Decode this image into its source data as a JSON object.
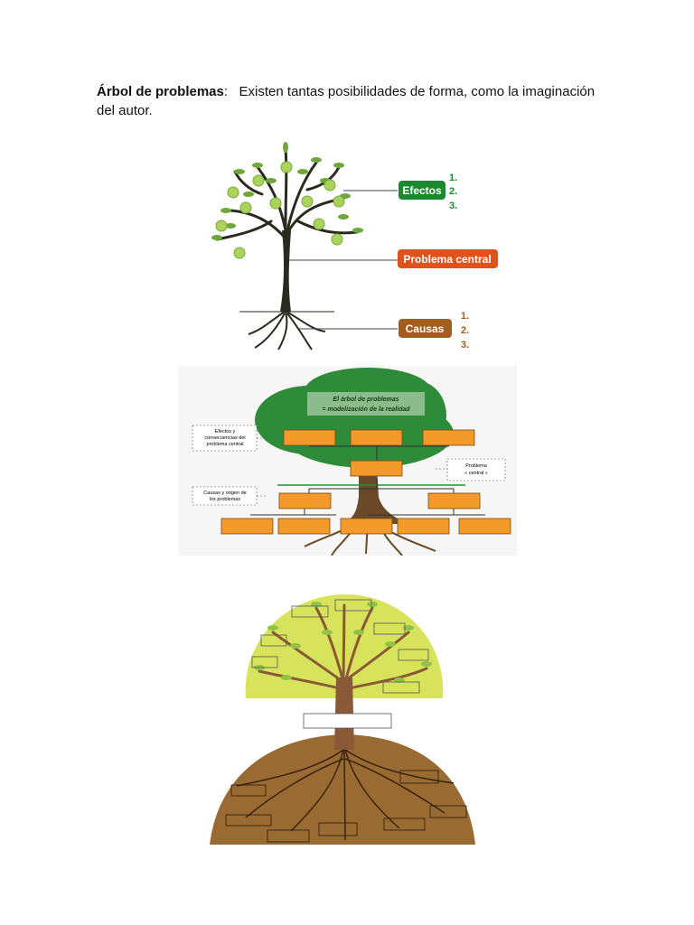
{
  "intro": {
    "title": "Árbol de problemas",
    "colon": ":",
    "text": "Existen tantas posibilidades de forma, como la imaginación del autor."
  },
  "figure1": {
    "effects_label": "Efectos",
    "central_label": "Problema central",
    "causes_label": "Causas",
    "effects_items": [
      "1.",
      "2.",
      "3."
    ],
    "causes_items": [
      "1.",
      "2.",
      "3."
    ],
    "colors": {
      "effects": "#1a8a2e",
      "central": "#e0521c",
      "causes": "#a35d1f"
    }
  },
  "figure2": {
    "title_line1": "El árbol de problemas",
    "title_line2": "= modelización de la realidad",
    "effects_note": [
      "Efectos y",
      "consecuencias del",
      "problema central"
    ],
    "causes_note": [
      "Causas y origen de",
      "los problemas"
    ],
    "central_note": [
      "Problema",
      "« central »"
    ],
    "colors": {
      "canopy": "#2e8b3a",
      "box": "#f39a2b",
      "trunk": "#6b4a2a"
    }
  },
  "figure3": {
    "colors": {
      "canopy": "#d7e35a",
      "ground": "#9a6a33",
      "trunk": "#8a5a38"
    }
  }
}
